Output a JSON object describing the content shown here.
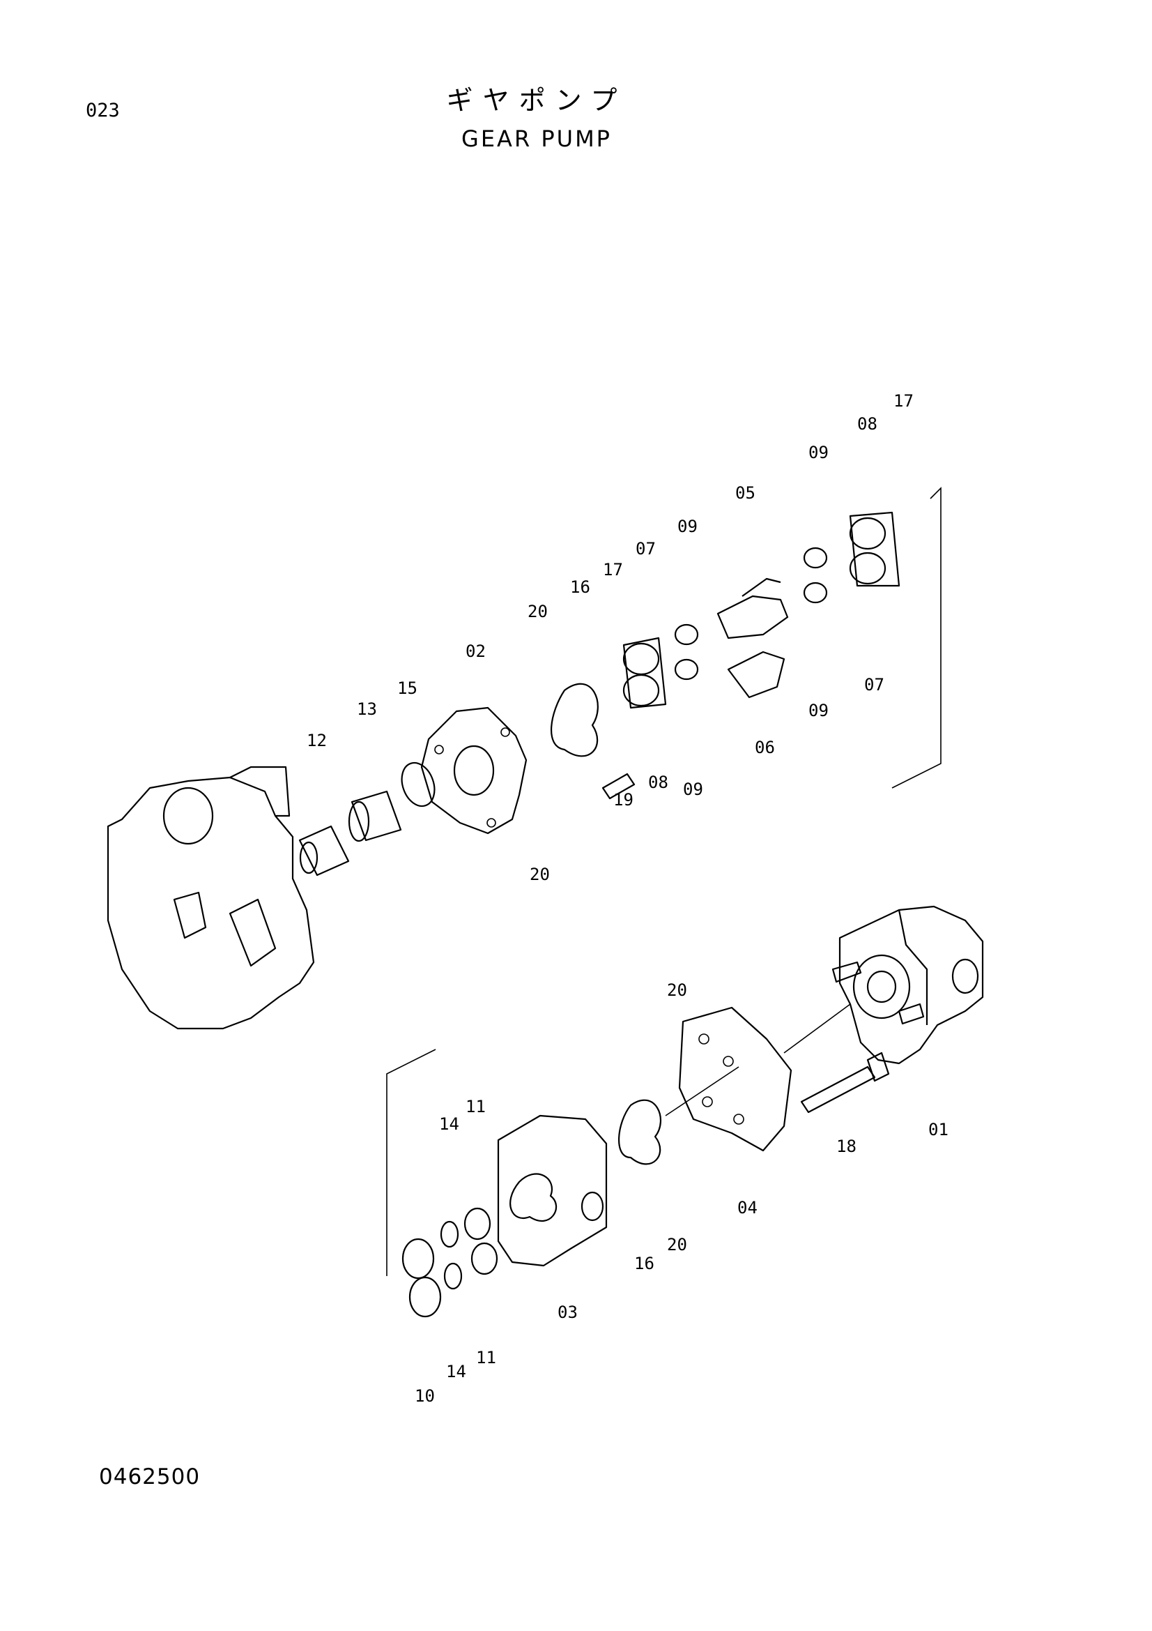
{
  "header": {
    "page_code": "023",
    "title_jp": "ギヤポンプ",
    "title_en": "GEAR PUMP"
  },
  "footer": {
    "drawing_code": "0462500"
  },
  "callouts": {
    "c01": "01",
    "c02": "02",
    "c03": "03",
    "c04": "04",
    "c05": "05",
    "c06": "06",
    "c07a": "07",
    "c07b": "07",
    "c08a": "08",
    "c08b": "08",
    "c09a": "09",
    "c09b": "09",
    "c09c": "09",
    "c09d": "09",
    "c10": "10",
    "c11a": "11",
    "c11b": "11",
    "c12": "12",
    "c13": "13",
    "c14a": "14",
    "c14b": "14",
    "c15": "15",
    "c16a": "16",
    "c16b": "16",
    "c17a": "17",
    "c17b": "17",
    "c18": "18",
    "c19": "19",
    "c20a": "20",
    "c20b": "20",
    "c20c": "20",
    "c20d": "20"
  }
}
